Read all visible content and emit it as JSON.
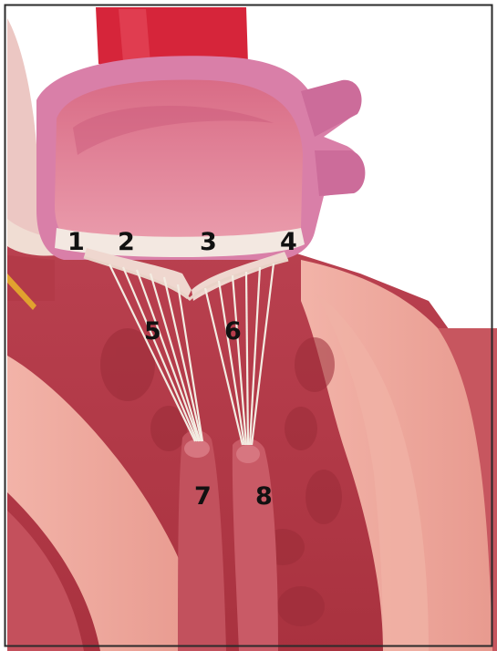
{
  "figure": {
    "labels": [
      "1",
      "2",
      "3",
      "4",
      "5",
      "6",
      "7",
      "8"
    ]
  },
  "colors": {
    "frame": "#2b2b2b",
    "background": "#ffffff",
    "atrium_wall": "#d97fa8",
    "atrium_interior": "#e38ba0",
    "aorta": "#d6253a",
    "myocardium": "#c95463",
    "endocardium": "#e9a69c",
    "valve_leaflet": "#f2e2da",
    "chordae": "#f3ece2",
    "papillary_muscle": "#c2515d"
  }
}
